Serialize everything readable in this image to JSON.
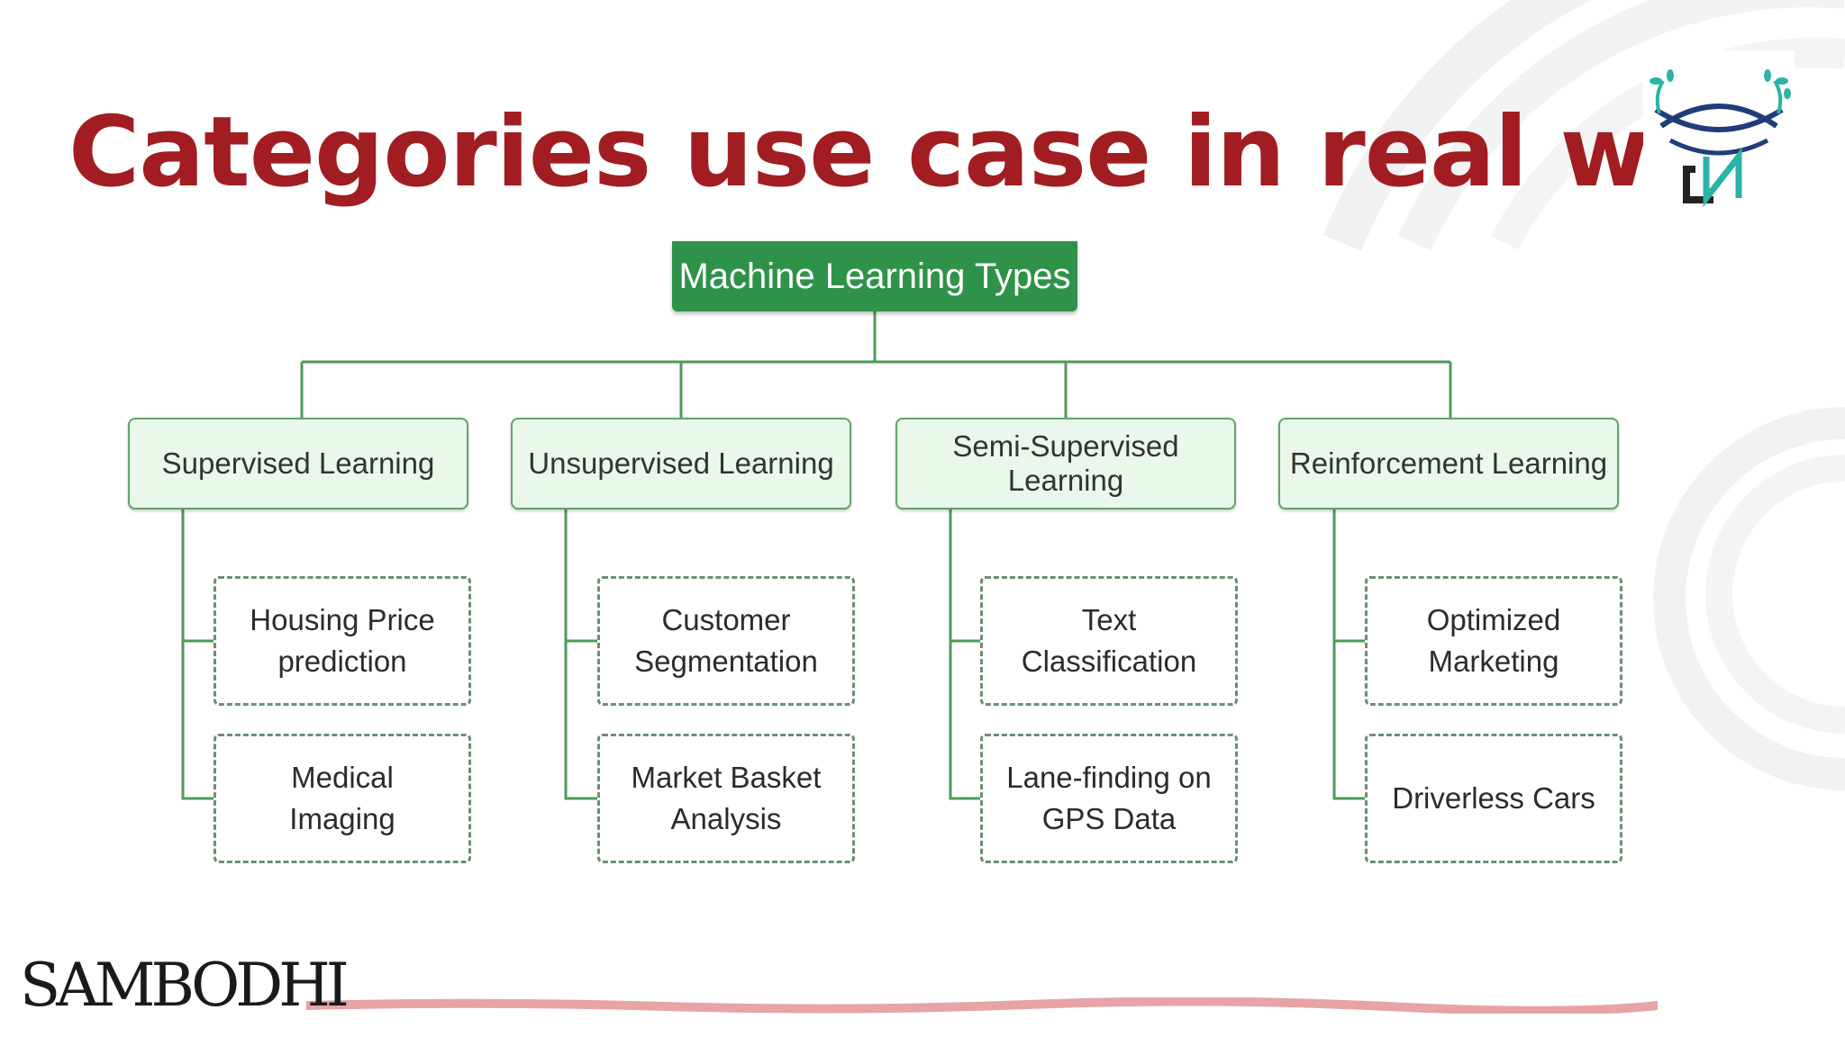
{
  "slide": {
    "title": "Categories use case in real worl"
  },
  "diagram": {
    "root": "Machine Learning Types",
    "categories": [
      {
        "label": "Supervised Learning",
        "examples": [
          "Housing Price prediction",
          "Medical Imaging"
        ]
      },
      {
        "label": "Unsupervised Learning",
        "examples": [
          "Customer Segmentation",
          "Market Basket Analysis"
        ]
      },
      {
        "label": "Semi-Supervised Learning",
        "examples": [
          "Text Classification",
          "Lane-finding on GPS Data"
        ]
      },
      {
        "label": "Reinforcement Learning",
        "examples": [
          "Optimized Marketing",
          "Driverless Cars"
        ]
      }
    ]
  },
  "footer": {
    "logo_text": "SAMBODHI"
  },
  "colors": {
    "title": "#a11d21",
    "root_fill": "#2f9249",
    "category_fill": "#e9f8ea",
    "category_border": "#5fa567",
    "connector": "#4e9a58",
    "footer_stripe": "#e7a3a6"
  },
  "icons": [
    "brand-logo-icon",
    "sambodhi-logo"
  ]
}
